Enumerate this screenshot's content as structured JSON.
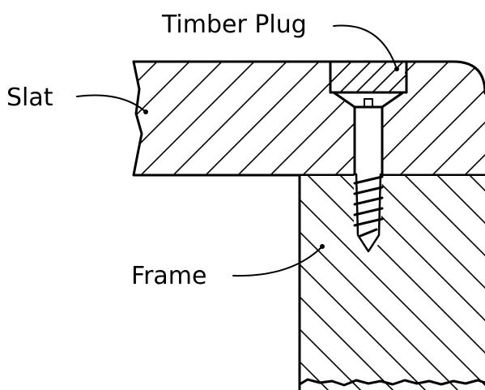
{
  "labels": {
    "timber_plug": "Timber Plug",
    "slat": "Slat",
    "frame": "Frame"
  },
  "colors": {
    "ink": "#000000",
    "background": "#ffffff"
  }
}
